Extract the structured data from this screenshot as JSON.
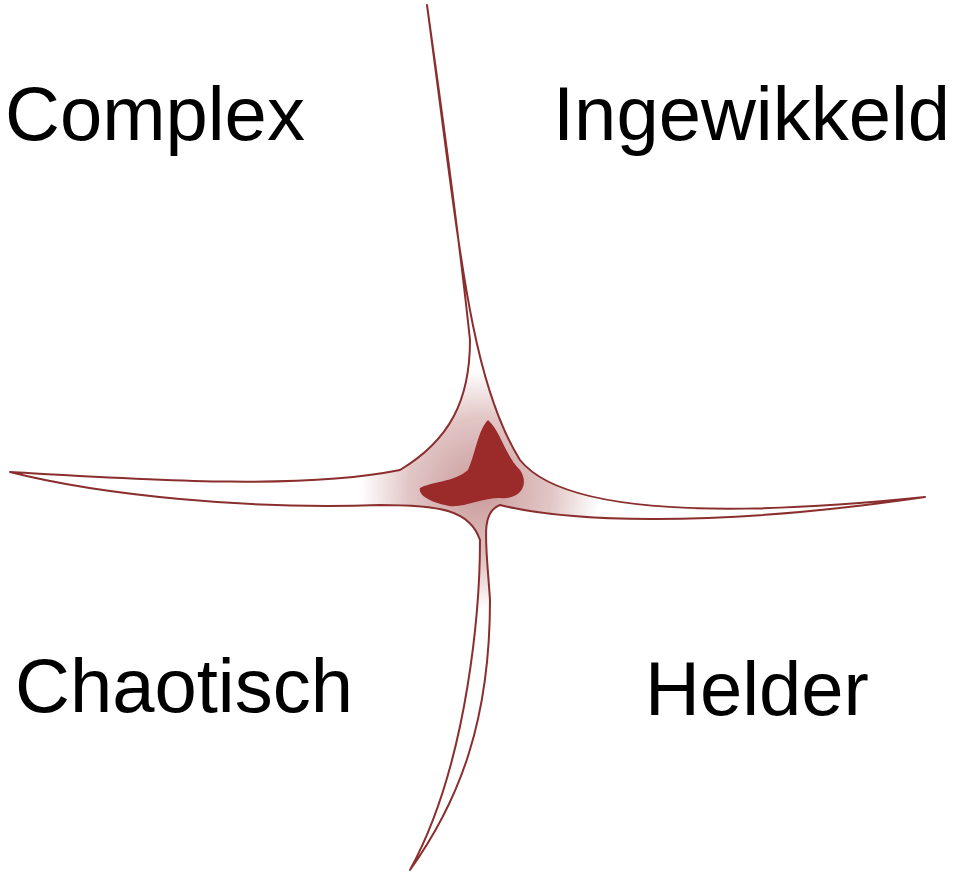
{
  "diagram": {
    "labels": [
      "Complex",
      "Ingewikkeld",
      "Chaotisch",
      "Helder"
    ]
  }
}
